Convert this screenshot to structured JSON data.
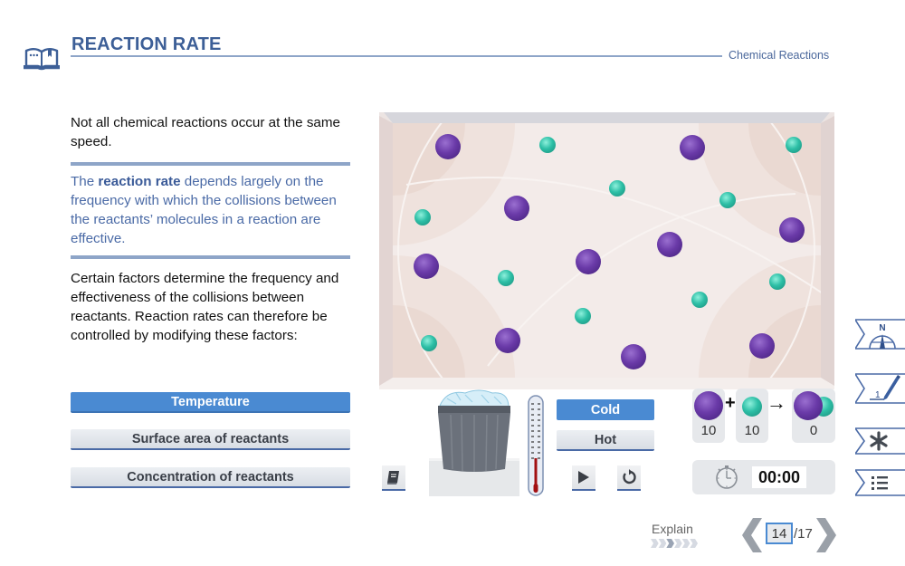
{
  "header": {
    "title": "REACTION RATE",
    "section": "Chemical Reactions"
  },
  "content": {
    "intro": "Not all chemical reactions occur at the same speed.",
    "highlight_prefix": "The ",
    "highlight_bold": "reaction rate",
    "highlight_rest": " depends largely on the frequency with which the collisions between the reactants’ molecules in a reaction are effective.",
    "body": "Certain factors determine the frequency and effectiveness of the collisions between reactants. Reaction rates can therefore be controlled by modifying these factors:"
  },
  "factors": [
    {
      "label": "Temperature",
      "active": true
    },
    {
      "label": "Surface area of reactants",
      "active": false
    },
    {
      "label": "Concentration of reactants",
      "active": false
    }
  ],
  "simulation": {
    "temperature_buttons": [
      {
        "label": "Cold",
        "active": true
      },
      {
        "label": "Hot",
        "active": false
      }
    ],
    "counts": {
      "reactant_a": "10",
      "reactant_b": "10",
      "product": "0"
    },
    "plus": "+",
    "arrow": "→",
    "timer": "00:00",
    "colors": {
      "reactant_a": "#6a3aa8",
      "reactant_b": "#2dbfa6",
      "accent": "#4a8ad2",
      "title": "#3d5f97"
    }
  },
  "side_tabs": [
    {
      "icon": "compass-icon",
      "letter": "N"
    },
    {
      "icon": "pencil-icon",
      "letter": "1"
    },
    {
      "icon": "asterisk-icon"
    },
    {
      "icon": "list-icon"
    }
  ],
  "footer": {
    "explain_label": "Explain",
    "explain_progress": {
      "current": 3,
      "total": 6
    },
    "current_page": "14",
    "total_pages": "/17"
  }
}
